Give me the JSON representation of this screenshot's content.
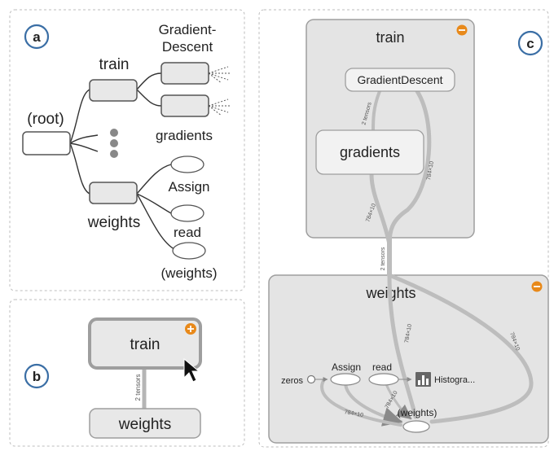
{
  "panel_a": {
    "badge": "a",
    "root_label": "(root)",
    "train_label": "train",
    "gradient_descent_label_line1": "Gradient-",
    "gradient_descent_label_line2": "Descent",
    "gradients_label": "gradients",
    "weights_label": "weights",
    "assign_label": "Assign",
    "read_label": "read",
    "weights_leaf_label": "(weights)"
  },
  "panel_b": {
    "badge": "b",
    "train_label": "train",
    "expand_icon": "plus-circle-icon",
    "edge_label": "2 tensors",
    "weights_label": "weights"
  },
  "panel_c": {
    "badge": "c",
    "train_title": "train",
    "collapse_icon": "minus-circle-icon",
    "gradient_descent_label": "GradientDescent",
    "gradients_label": "gradients",
    "edge_2tensors_top": "2 tensors",
    "edge_784x10_right": "784×10",
    "edge_784x10_left": "784×10",
    "edge_2tensors_mid": "2 tensors",
    "weights_title": "weights",
    "zeros_label": "zeros",
    "assign_label": "Assign",
    "read_label": "read",
    "histogram_label": "Histogra...",
    "weights_leaf_label": "(weights)",
    "edge_784x10_a": "784×10",
    "edge_784x10_b": "784×10",
    "edge_784x10_c": "784×10",
    "edge_784x10_d": "784×10",
    "accent_color": "#e8891a",
    "badge_color": "#3a6ea5"
  }
}
